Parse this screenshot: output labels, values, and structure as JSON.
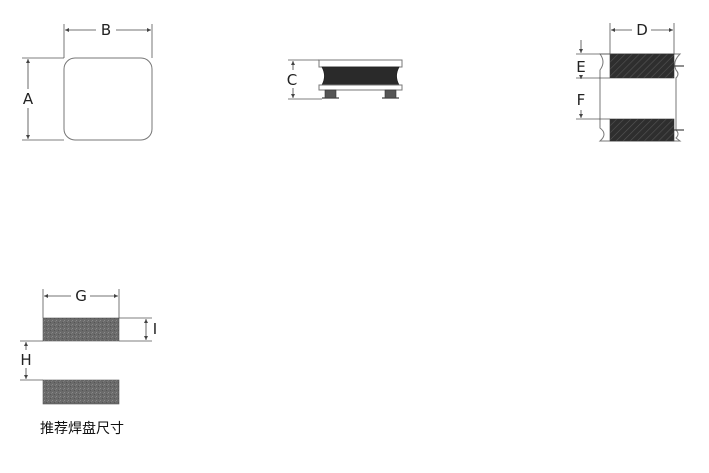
{
  "labels": {
    "a": "A",
    "b": "B",
    "c": "C",
    "d": "D",
    "e": "E",
    "f": "F",
    "g": "G",
    "h": "H",
    "i": "I"
  },
  "caption": "推荐焊盘尺寸",
  "colors": {
    "winding": "#2a2a2a",
    "pad": "#6e6e6e",
    "outline": "#777777",
    "dimension": "#444444"
  }
}
